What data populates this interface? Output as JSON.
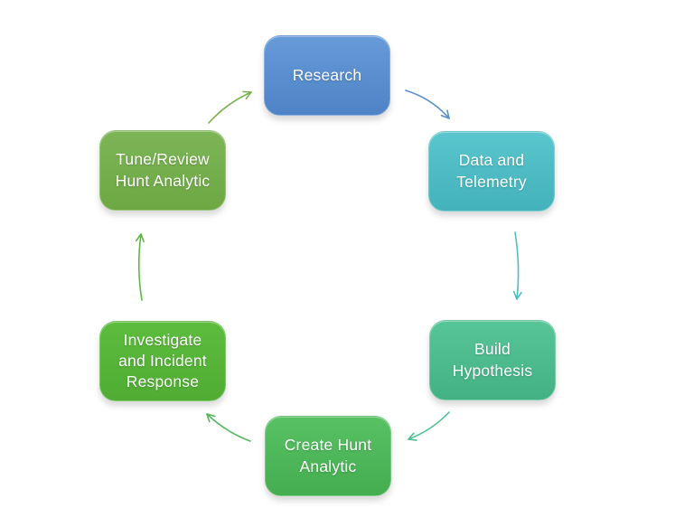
{
  "diagram": {
    "background_color": "#ffffff",
    "text_color": "#ffffff",
    "nodes": [
      {
        "id": "research",
        "label": "Research",
        "fill_top": "#669ad8",
        "fill_bottom": "#4e83c6"
      },
      {
        "id": "data-and-telemetry",
        "label": "Data and\nTelemetry",
        "fill_top": "#5ac5cd",
        "fill_bottom": "#43b2bb"
      },
      {
        "id": "build-hypothesis",
        "label": "Build\nHypothesis",
        "fill_top": "#58c599",
        "fill_bottom": "#43b184"
      },
      {
        "id": "create-hunt-analytic",
        "label": "Create Hunt\nAnalytic",
        "fill_top": "#58c164",
        "fill_bottom": "#44ad50"
      },
      {
        "id": "investigate-and-incident-response",
        "label": "Investigate\nand Incident\nResponse",
        "fill_top": "#5dbc3e",
        "fill_bottom": "#50ac33"
      },
      {
        "id": "tune-review-hunt-analytic",
        "label": "Tune/Review\nHunt Analytic",
        "fill_top": "#7db556",
        "fill_bottom": "#6da844"
      }
    ],
    "arrows": [
      {
        "id": "research-to-data-and-telemetry",
        "color": "#5b8fc9"
      },
      {
        "id": "data-and-telemetry-to-build-hypothesis",
        "color": "#4fbdc5"
      },
      {
        "id": "build-hypothesis-to-create-hunt-analytic",
        "color": "#4fbf94"
      },
      {
        "id": "create-hunt-analytic-to-investigate",
        "color": "#54b75e"
      },
      {
        "id": "investigate-to-tune-review",
        "color": "#5cb83e"
      },
      {
        "id": "tune-review-to-research",
        "color": "#7cb152"
      }
    ]
  }
}
